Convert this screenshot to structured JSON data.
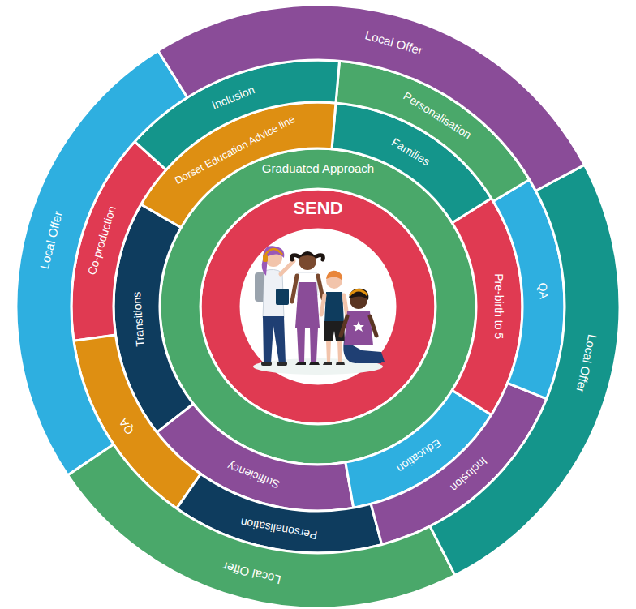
{
  "diagram": {
    "nodes": [
      {
        "text": [
          "Local Offer"
        ]
      },
      {
        "text": [
          "Local Offer"
        ]
      },
      {
        "text": [
          "Local Offer"
        ]
      },
      {
        "text": [
          "Local Offer"
        ]
      },
      {
        "text": [
          "Inclusion"
        ]
      },
      {
        "text": [
          "Personalisation"
        ]
      },
      {
        "text": [
          "QA"
        ]
      },
      {
        "text": [
          "Inclusion"
        ]
      },
      {
        "text": [
          "Personalisation"
        ]
      },
      {
        "text": [
          "QA"
        ]
      },
      {
        "text": [
          "Co-production"
        ]
      },
      {
        "text": [
          "Dorset Education Advice line"
        ]
      },
      {
        "text": [
          "Families"
        ]
      },
      {
        "text": [
          "Pre-birth to 5"
        ]
      },
      {
        "text": [
          "Education"
        ]
      },
      {
        "text": [
          "Sufficiency"
        ]
      },
      {
        "text": [
          "Transitions"
        ]
      },
      {
        "text": [
          "Graduated Approach"
        ]
      },
      {
        "text": [
          "SEND"
        ]
      }
    ]
  }
}
